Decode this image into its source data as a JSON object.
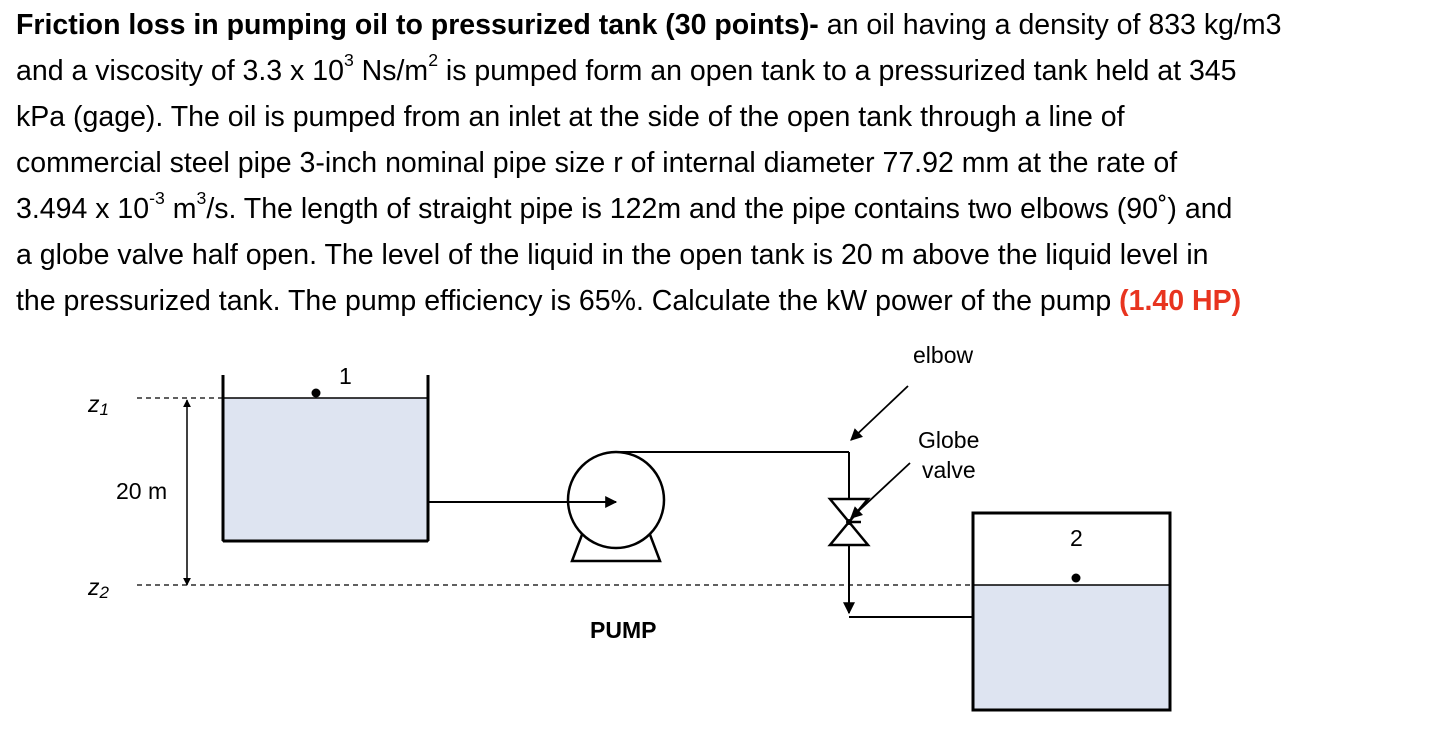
{
  "problem": {
    "title": "Friction loss in pumping oil to pressurized tank (30 points)-",
    "l1_rest": " an oil having a density of 833 kg/m3",
    "l2_a": "and a viscosity of 3.3 x 10",
    "l2_sup1": "3",
    "l2_b": " Ns/m",
    "l2_sup2": "2",
    "l2_c": " is pumped form an open tank to a pressurized tank held at 345",
    "l3": "kPa (gage). The oil is pumped from an inlet at the side of the open tank through a line of",
    "l4": "commercial steel pipe 3-inch nominal pipe size r of internal diameter 77.92 mm at the rate of",
    "l5_a": "3.494 x 10",
    "l5_sup1": "-3",
    "l5_b": " m",
    "l5_sup2": "3",
    "l5_c": "/s. The length of straight pipe is 122m and the pipe contains two elbows (90˚) and",
    "l6": "a globe valve half open. The level of the liquid in the open tank is 20 m above the liquid level in",
    "l7": "the pressurized tank. The pump efficiency is 65%. Calculate the kW power of the pump ",
    "answer": "(1.40 HP)"
  },
  "diagram": {
    "label_elbow": "elbow",
    "label_globe": "Globe",
    "label_valve": "valve",
    "label_point1": "1",
    "label_point2": "2",
    "label_z1": "z",
    "label_z1_sub": "1",
    "label_z2": "z",
    "label_z2_sub": "2",
    "label_height": "20 m",
    "label_pump": "PUMP",
    "liquid_color": "#dee4f1",
    "line_color": "#000000"
  }
}
